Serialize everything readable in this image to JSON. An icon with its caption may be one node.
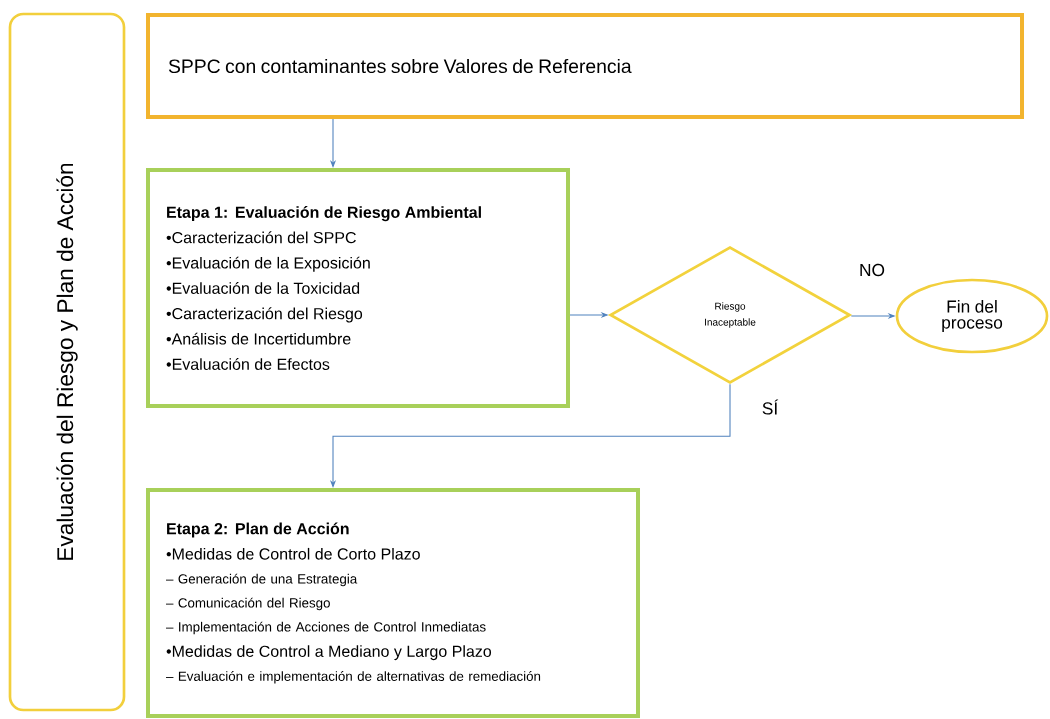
{
  "diagram": {
    "nodes": [
      {
        "text": [
          "Evaluación del Riesgo y Plan de Acción"
        ]
      },
      {
        "text": [
          "SPPC con contaminantes sobre Valores de Referencia"
        ]
      },
      {
        "text": [
          "Etapa 1: Evaluación de Riesgo Ambiental",
          "•Caracterización del SPPC",
          "•Evaluación de la Exposición",
          "•Evaluación de la Toxicidad",
          "•Caracterización del Riesgo",
          "•Análisis de Incertidumbre",
          "•Evaluación de Efectos"
        ]
      },
      {
        "text": [
          "Riesgo Inaceptable"
        ]
      },
      {
        "text": [
          "Fin del proceso"
        ]
      },
      {
        "text": [
          "Etapa 2: Plan de Acción",
          "•Medidas de Control de Corto Plazo",
          "– Generación de una Estrategia",
          "– Comunicación del Riesgo",
          "– Implementación de Acciones de Control Inmediatas",
          "•Medidas de Control a Mediano y Largo Plazo",
          "– Evaluación e implementación de alternativas de remediación"
        ]
      }
    ],
    "edges": [
      {
        "from": 1,
        "to": 2,
        "arrow": "to"
      },
      {
        "from": 2,
        "to": 3,
        "arrow": "to"
      },
      {
        "from": 3,
        "to": 4,
        "arrow": "to",
        "label": "NO"
      },
      {
        "from": 3,
        "to": 5,
        "arrow": "to",
        "label": "SÍ"
      }
    ]
  }
}
